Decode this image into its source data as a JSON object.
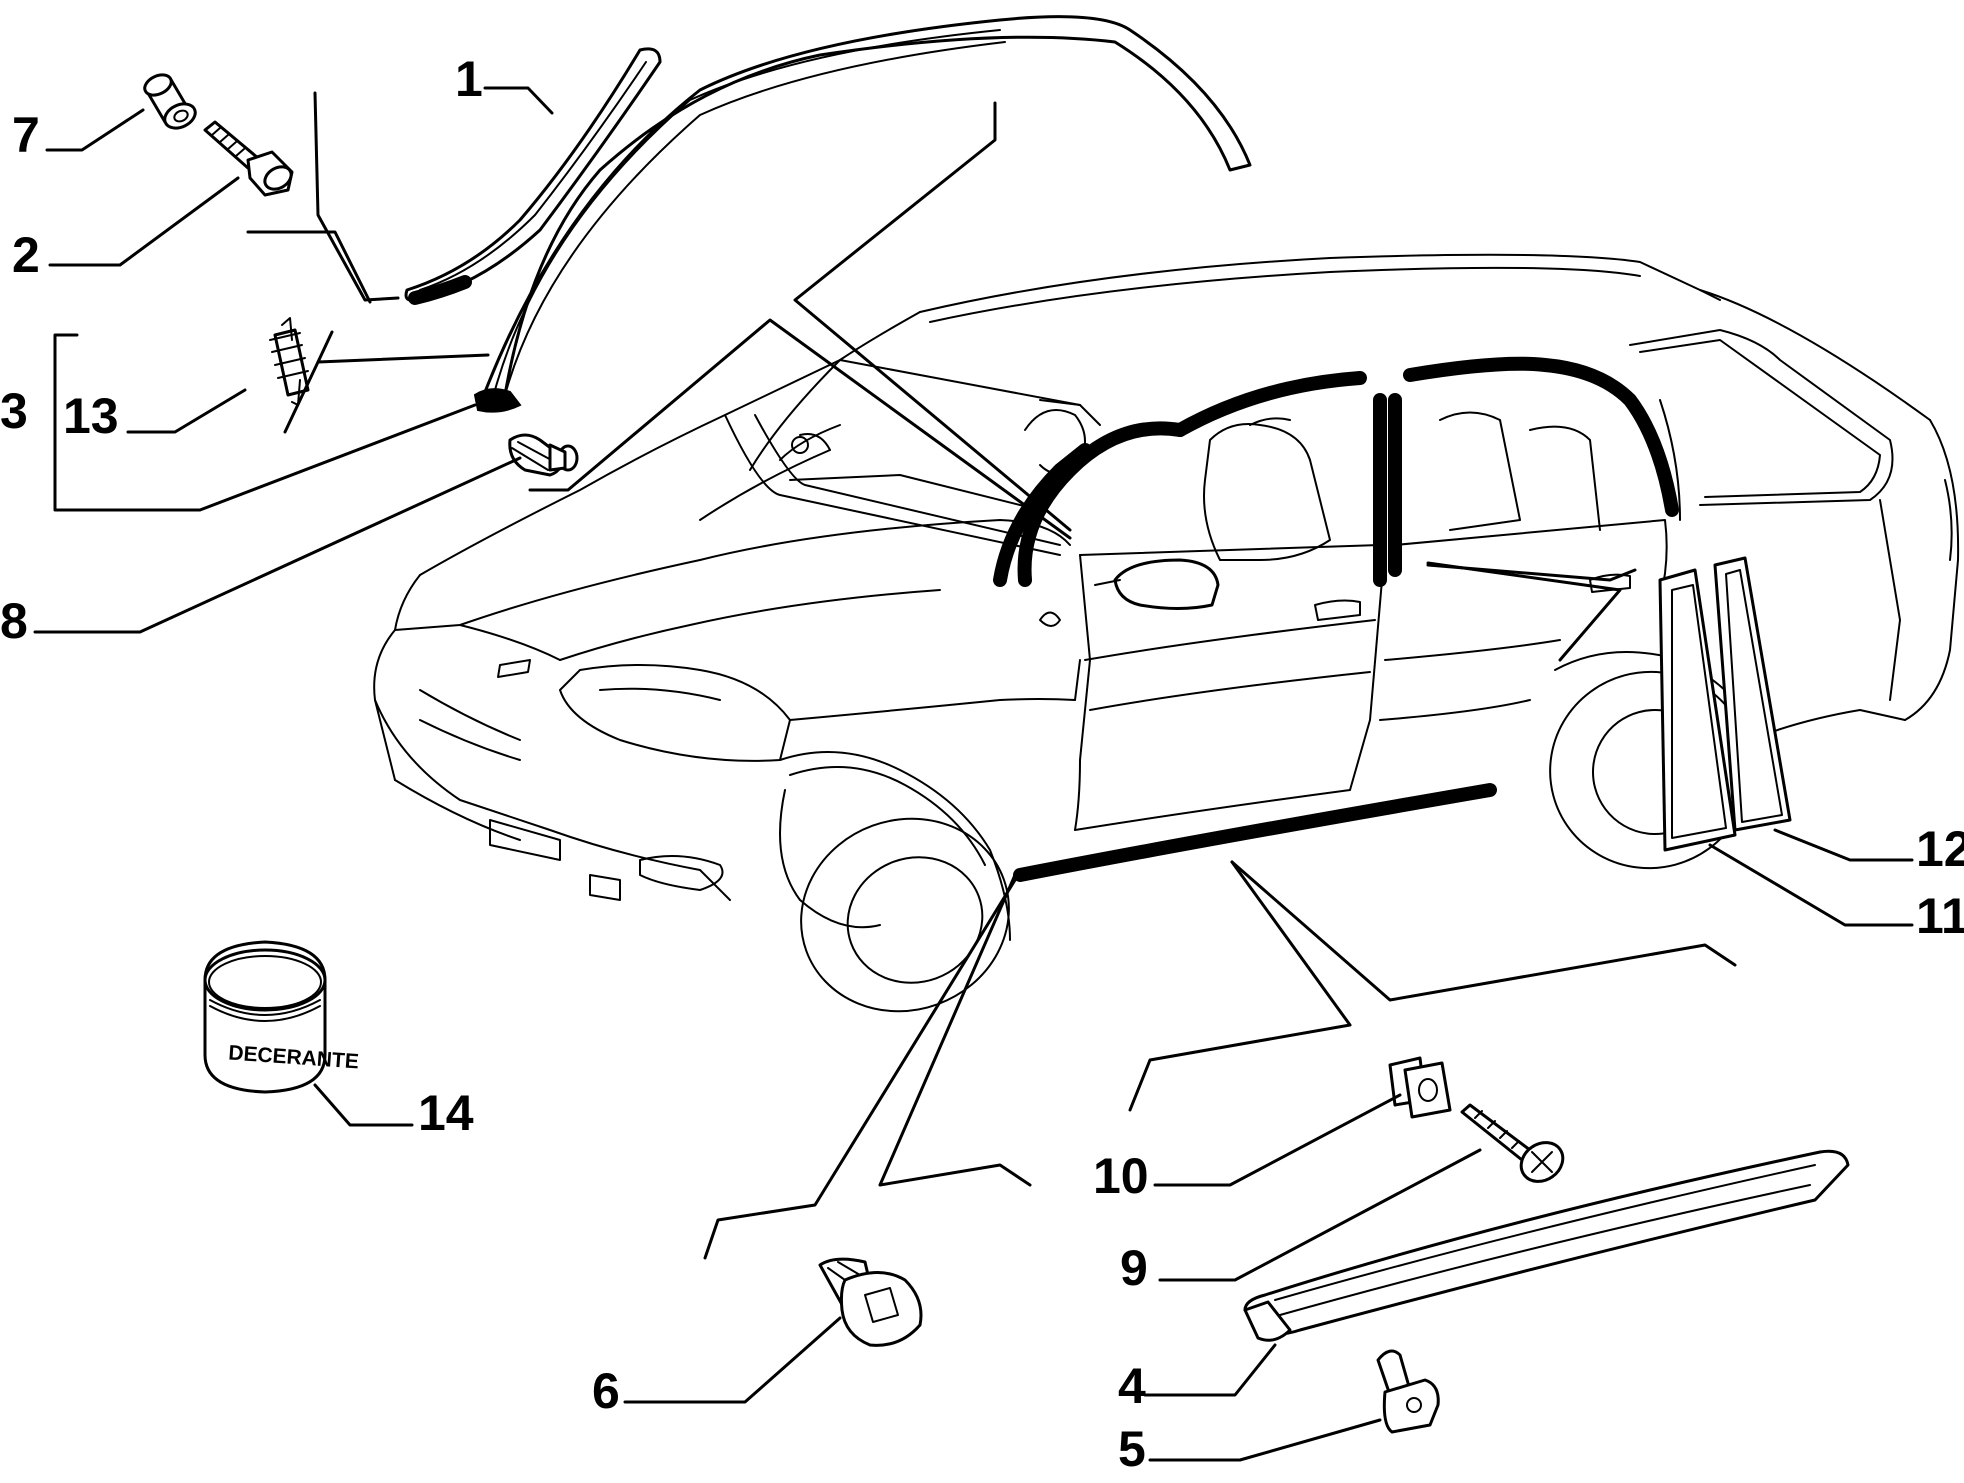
{
  "callouts": {
    "c1": "1",
    "c2": "2",
    "c3": "3",
    "c4": "4",
    "c5": "5",
    "c6": "6",
    "c7": "7",
    "c8": "8",
    "c9": "9",
    "c10": "10",
    "c11": "11",
    "c12": "12",
    "c13": "13",
    "c14": "14"
  },
  "container_label": "DECERANTE"
}
